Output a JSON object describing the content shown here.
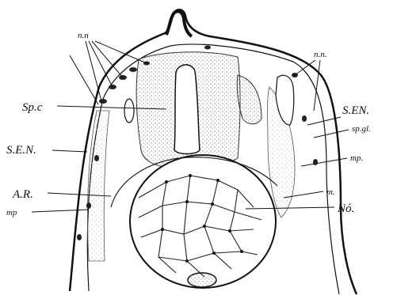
{
  "figure": {
    "labels": {
      "nn_left": "n.n",
      "nn_right": "n.n.",
      "spc": "Sp.c",
      "sen_left": "S.E.N.",
      "sen_right": "S.EN.",
      "spgl": "sp.gl.",
      "mp_right": "mp.",
      "ar": "A.R.",
      "m_right": "m.",
      "mp_left": "mp",
      "no": "Nó."
    },
    "colors": {
      "ink": "#111111",
      "stipple": "#8a8a8a",
      "background": "#ffffff"
    }
  }
}
